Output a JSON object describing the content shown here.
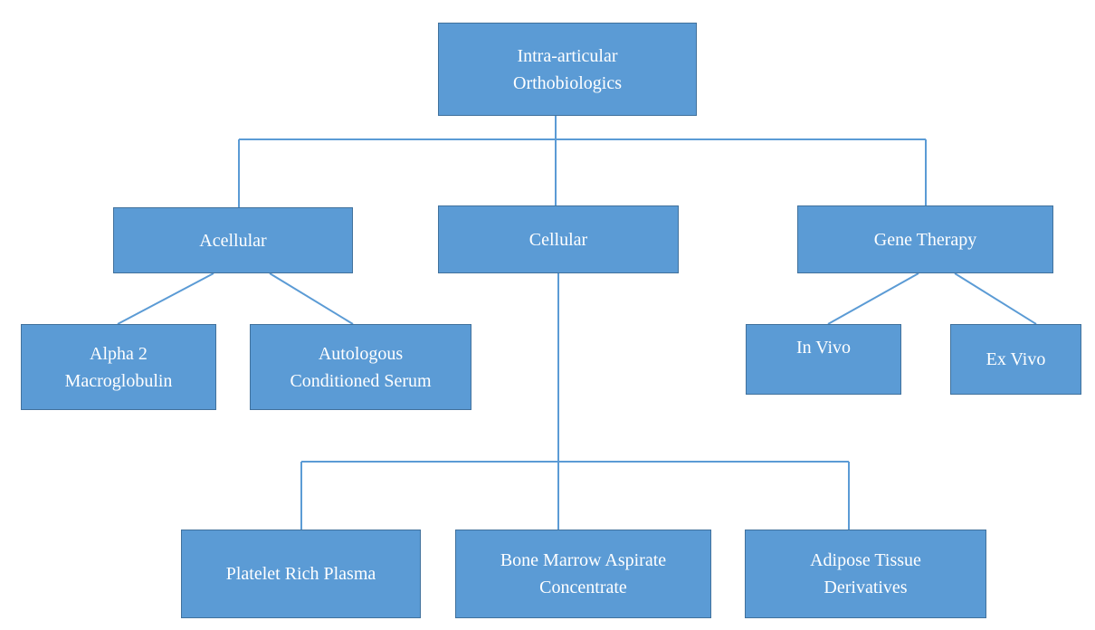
{
  "diagram": {
    "root": {
      "label": "Intra-articular\nOrthobiologics"
    },
    "categories": {
      "acellular": {
        "label": "Acellular"
      },
      "cellular": {
        "label": "Cellular"
      },
      "gene_therapy": {
        "label": "Gene Therapy"
      }
    },
    "acellular_children": {
      "alpha2": {
        "label": "Alpha 2\nMacroglobulin"
      },
      "acs": {
        "label": "Autologous\nConditioned Serum"
      }
    },
    "gene_therapy_children": {
      "in_vivo": {
        "label": "In Vivo"
      },
      "ex_vivo": {
        "label": "Ex Vivo"
      }
    },
    "cellular_children": {
      "prp": {
        "label": "Platelet Rich Plasma"
      },
      "bmac": {
        "label": "Bone Marrow Aspirate\nConcentrate"
      },
      "adipose": {
        "label": "Adipose Tissue\nDerivatives"
      }
    },
    "colors": {
      "node_fill": "#5b9bd5",
      "node_border": "#41719c",
      "connector": "#5b9bd5",
      "text": "#ffffff"
    }
  }
}
